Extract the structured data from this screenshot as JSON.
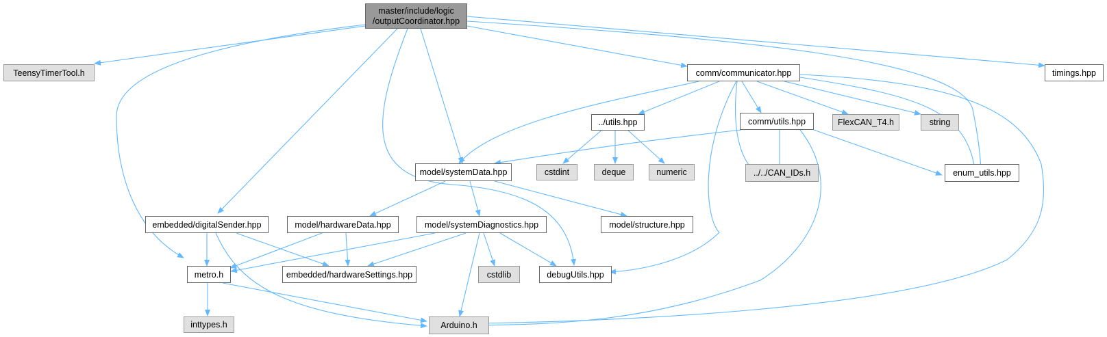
{
  "graph": {
    "nodes": {
      "root": {
        "line1": "master/include/logic",
        "line2": "/outputCoordinator.hpp"
      },
      "teensy": "TeensyTimerTool.h",
      "communicator": "comm/communicator.hpp",
      "timings": "timings.hpp",
      "utils": "../utils.hpp",
      "commutils": "comm/utils.hpp",
      "flexcan": "FlexCAN_T4.h",
      "string": "string",
      "systemdata": "model/systemData.hpp",
      "cstdint": "cstdint",
      "deque": "deque",
      "numeric": "numeric",
      "canids": "../../CAN_IDs.h",
      "enumutils": "enum_utils.hpp",
      "digitalsender": "embedded/digitalSender.hpp",
      "hardwaredata": "model/hardwareData.hpp",
      "sysdiag": "model/systemDiagnostics.hpp",
      "structure": "model/structure.hpp",
      "metro": "metro.h",
      "hwsettings": "embedded/hardwareSettings.hpp",
      "cstdlib": "cstdlib",
      "debugutils": "debugUtils.hpp",
      "inttypes": "inttypes.h",
      "arduino": "Arduino.h"
    },
    "colors": {
      "edge": "#63b8ff",
      "root_fill": "#999999",
      "external_fill": "#e0e0e0",
      "node_border": "#666666"
    }
  }
}
